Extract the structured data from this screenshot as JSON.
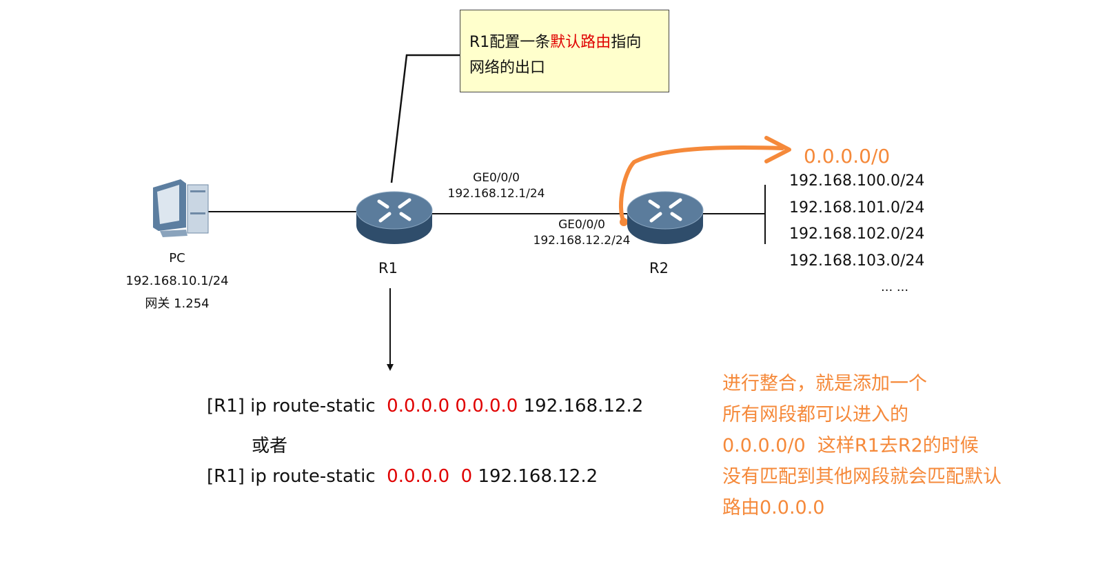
{
  "note": {
    "prefix": "R1配置一条",
    "highlight": "默认路由",
    "suffix": "指向",
    "line2": "网络的出口"
  },
  "pc": {
    "name": "PC",
    "ip": "192.168.10.1/24",
    "gateway": "网关 1.254"
  },
  "r1": {
    "name": "R1",
    "iface": "GE0/0/0",
    "ip": "192.168.12.1/24"
  },
  "r2": {
    "name": "R2",
    "iface": "GE0/0/0",
    "ip": "192.168.12.2/24"
  },
  "default_route": "0.0.0.0/0",
  "networks": [
    "192.168.100.0/24",
    "192.168.101.0/24",
    "192.168.102.0/24",
    "192.168.103.0/24",
    "... ..."
  ],
  "commands": {
    "line1": {
      "prefix": "[R1] ip route-static",
      "red": "0.0.0.0 0.0.0.0",
      "suffix": "192.168.12.2"
    },
    "or": "或者",
    "line2": {
      "prefix": "[R1] ip route-static",
      "red": "0.0.0.0  0",
      "suffix": "192.168.12.2"
    }
  },
  "summary": [
    "进行整合，就是添加一个",
    "所有网段都可以进入的",
    "0.0.0.0/0  这样R1去R2的时候",
    "没有匹配到其他网段就会匹配默认",
    "路由0.0.0.0"
  ],
  "colors": {
    "orange": "#f5893a",
    "red": "#e00000",
    "router": "#4a6c8c"
  }
}
